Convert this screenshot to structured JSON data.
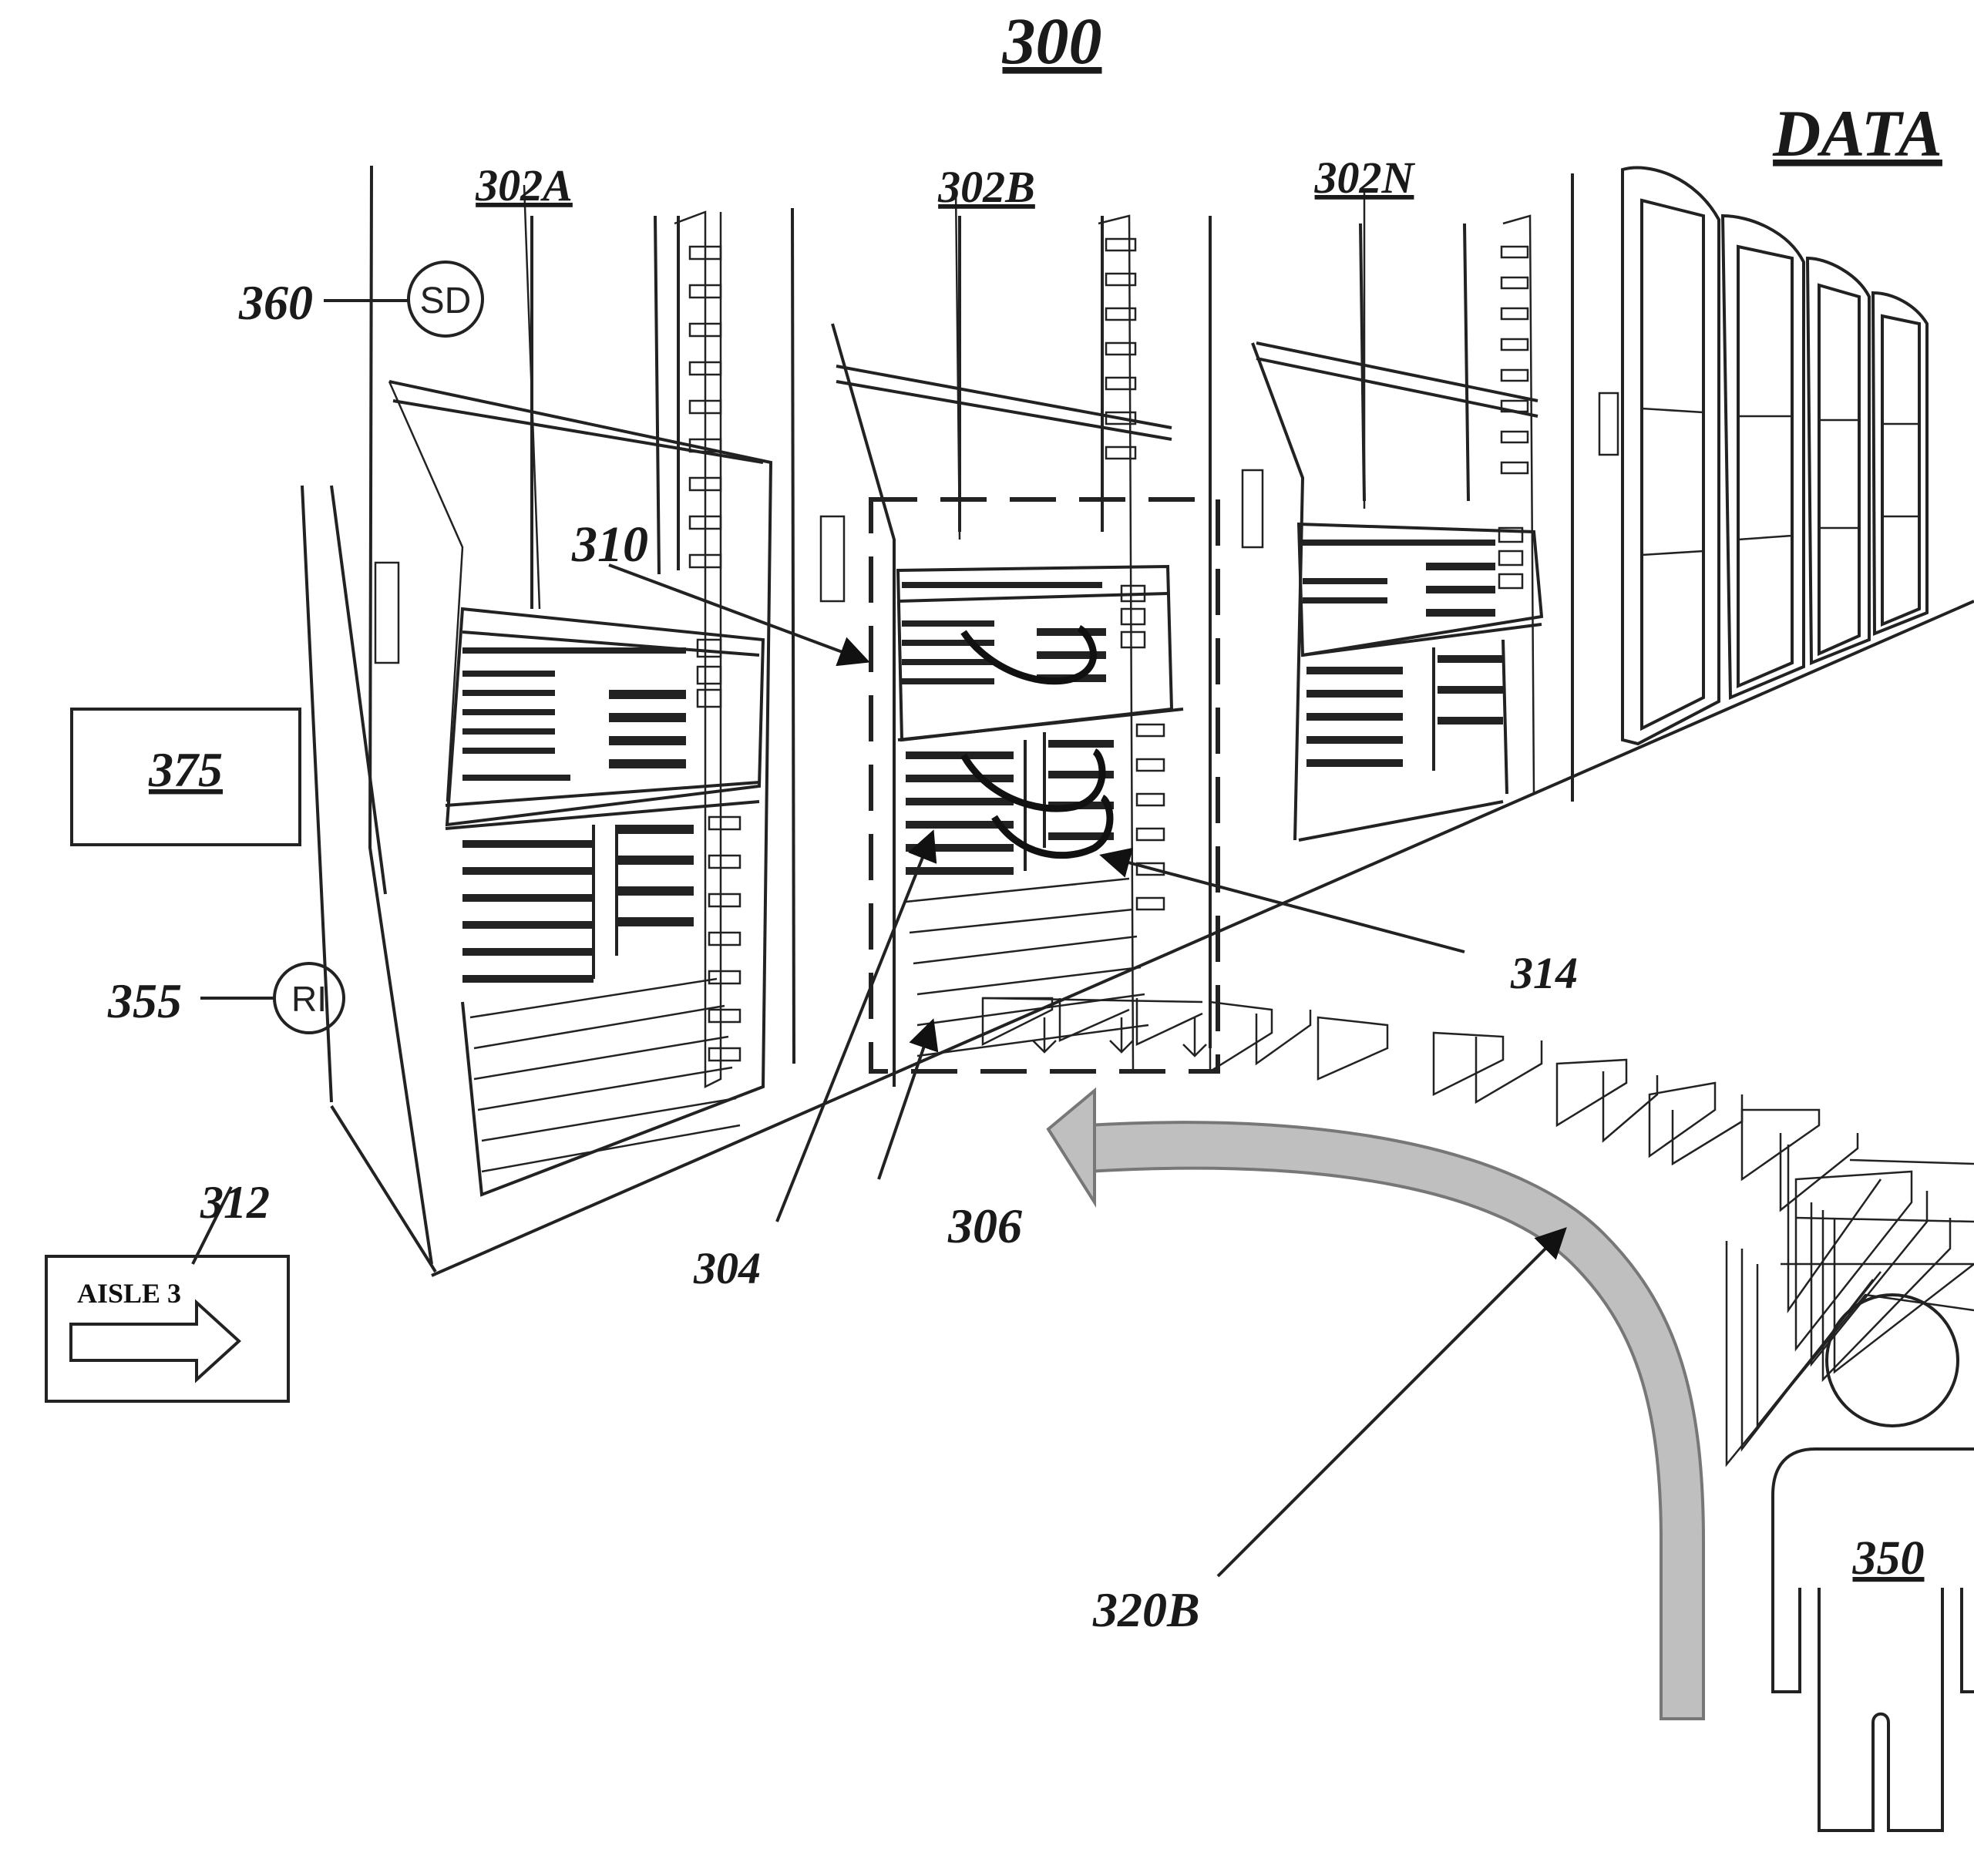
{
  "figure": {
    "number": "300",
    "heading": "DATA",
    "racks": [
      {
        "label": "302A"
      },
      {
        "label": "302B"
      },
      {
        "label": "302N"
      }
    ],
    "refs": {
      "r304": "304",
      "r306": "306",
      "r310": "310",
      "r312": "312",
      "r314": "314",
      "r320b": "320B",
      "r350": "350",
      "r355": "355",
      "r360": "360",
      "r375": "375"
    },
    "badges": {
      "sd": "SD",
      "ri": "RI"
    },
    "sign": {
      "text": "AISLE 3"
    }
  }
}
